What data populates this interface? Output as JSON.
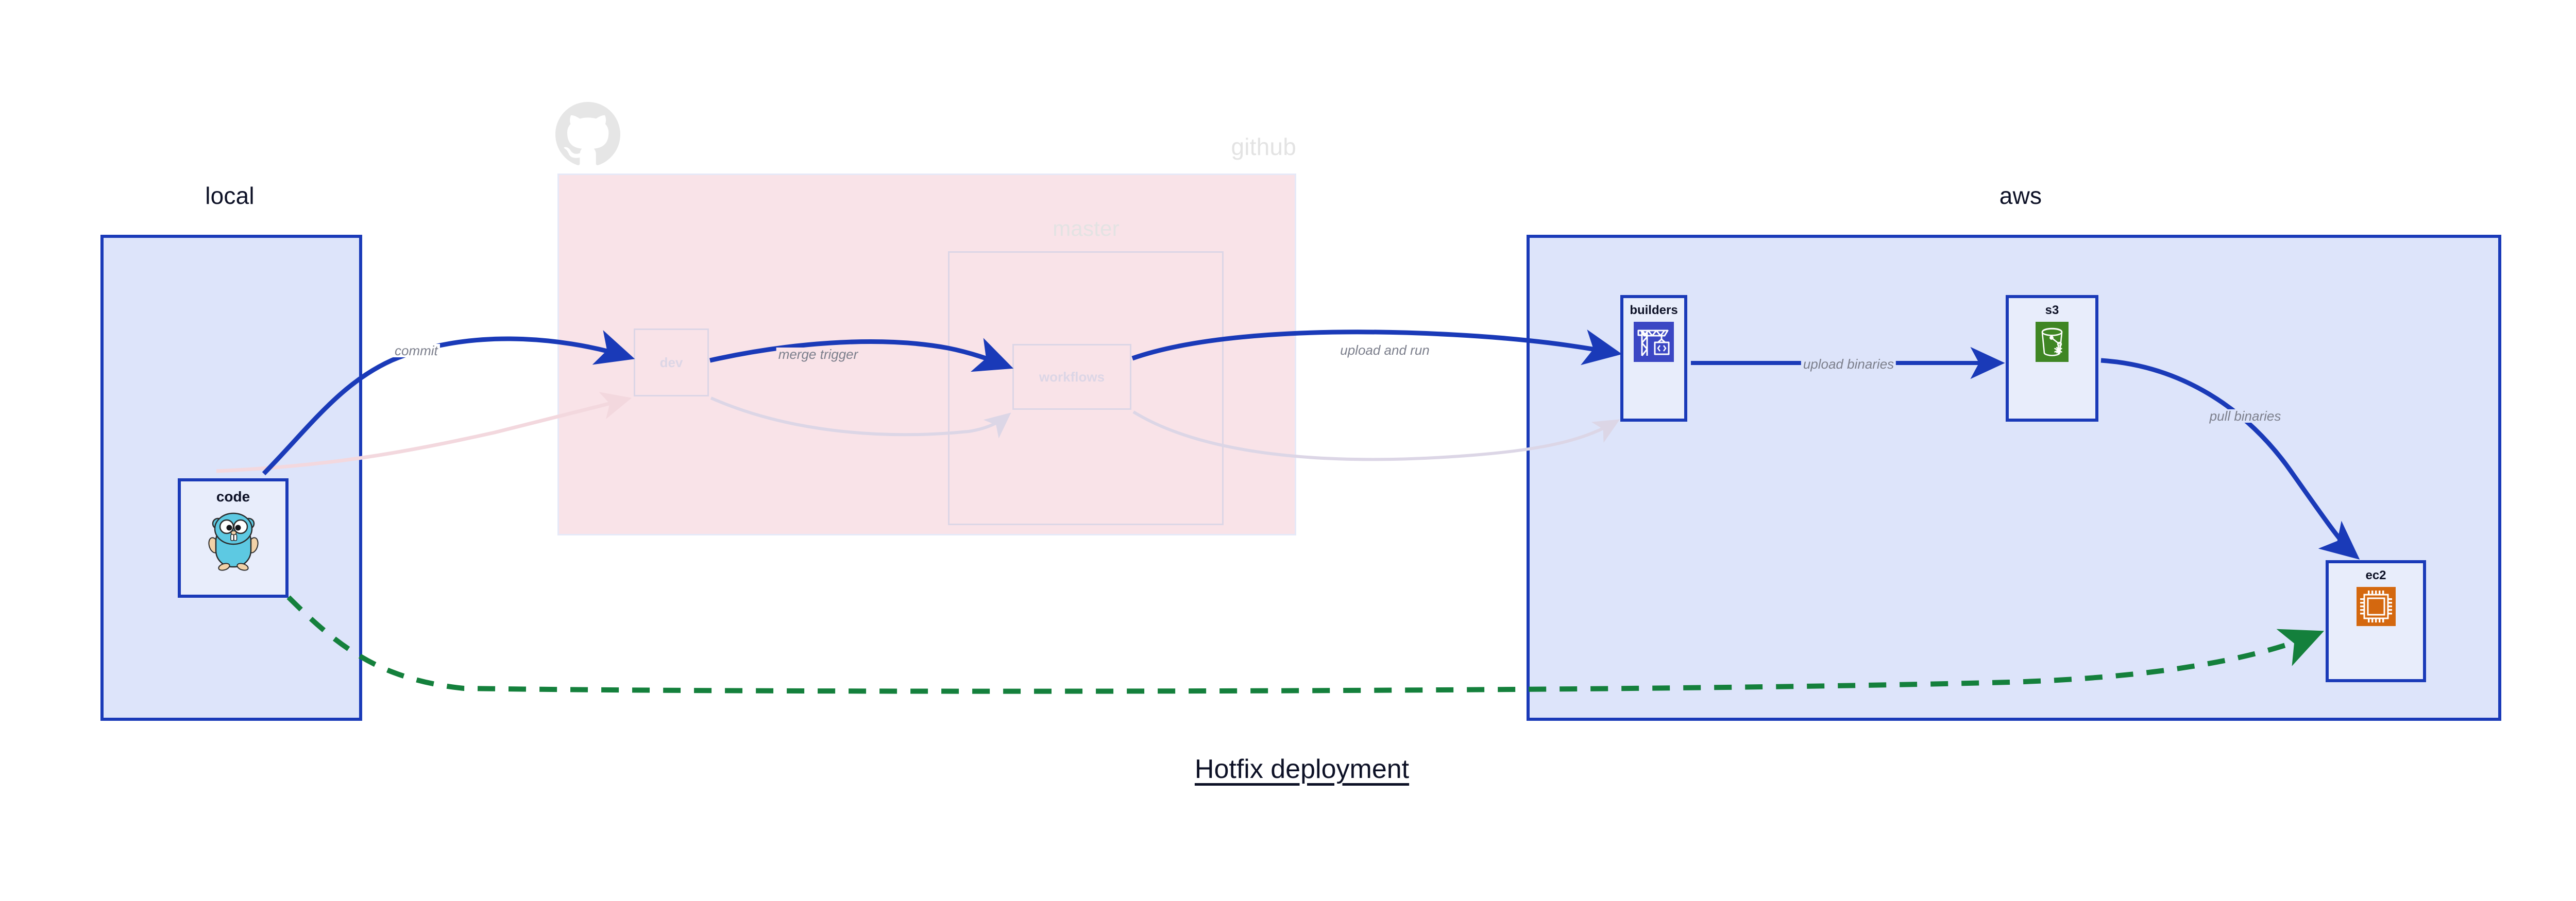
{
  "diagram": {
    "title": "Hotfix deployment",
    "type": "deployment-flow-diagram"
  },
  "groups": [
    {
      "id": "local",
      "label": "local",
      "style": "solid-blue",
      "border_color": "#1A3AB8",
      "fill_color": "#DDE4FA",
      "faded": false
    },
    {
      "id": "github",
      "label": "github",
      "style": "faded-pink",
      "border_color": "#E6E9F8",
      "fill_color": "#F9E3E8",
      "faded": true,
      "icon": "github-logo"
    },
    {
      "id": "master",
      "label": "master",
      "style": "faded-outline",
      "border_color": "#DCD6E6",
      "faded": true
    },
    {
      "id": "aws",
      "label": "aws",
      "style": "solid-blue",
      "border_color": "#1A3AB8",
      "fill_color": "#DDE4FA",
      "faded": false
    }
  ],
  "nodes": [
    {
      "id": "code",
      "label": "code",
      "group": "local",
      "icon": "go-gopher-icon",
      "icon_color": "#5DC9E2",
      "faded": false
    },
    {
      "id": "dev",
      "label": "dev",
      "group": "github",
      "icon": null,
      "faded": true
    },
    {
      "id": "workflows",
      "label": "workflows",
      "group": "master",
      "icon": null,
      "faded": true
    },
    {
      "id": "builders",
      "label": "builders",
      "group": "aws",
      "icon": "crane-code-icon",
      "icon_color": "#3B47C4",
      "faded": false
    },
    {
      "id": "s3",
      "label": "s3",
      "group": "aws",
      "icon": "s3-bucket-icon",
      "icon_color": "#3F8624",
      "faded": false
    },
    {
      "id": "ec2",
      "label": "ec2",
      "group": "aws",
      "icon": "cpu-chip-icon",
      "icon_color": "#D4680F",
      "faded": false
    }
  ],
  "edges": [
    {
      "id": "commit",
      "from": "code",
      "to": "dev",
      "label": "commit",
      "style": "solid",
      "color": "#1A3AB8",
      "faded": false
    },
    {
      "id": "merge-trigger",
      "from": "dev",
      "to": "workflows",
      "label": "merge trigger",
      "style": "solid",
      "color": "#1A3AB8",
      "faded": false
    },
    {
      "id": "upload-and-run",
      "from": "workflows",
      "to": "builders",
      "label": "upload and run",
      "style": "solid",
      "color": "#1A3AB8",
      "faded": false
    },
    {
      "id": "upload-binaries",
      "from": "builders",
      "to": "s3",
      "label": "upload binaries",
      "style": "solid",
      "color": "#1A3AB8",
      "faded": false
    },
    {
      "id": "pull-binaries",
      "from": "s3",
      "to": "ec2",
      "label": "pull binaries",
      "style": "solid",
      "color": "#1A3AB8",
      "faded": false
    },
    {
      "id": "hotfix-direct",
      "from": "code",
      "to": "ec2",
      "label": "",
      "style": "dashed",
      "color": "#14803C",
      "faded": false
    },
    {
      "id": "faded-return-to-dev",
      "from": "",
      "to": "dev",
      "label": "",
      "style": "solid",
      "color": "#F3D8DE",
      "faded": true
    },
    {
      "id": "faded-dev-to-workflows",
      "from": "dev",
      "to": "workflows",
      "label": "",
      "style": "solid",
      "color": "#DCD6E6",
      "faded": true
    },
    {
      "id": "faded-workflows-to-builders",
      "from": "workflows",
      "to": "builders",
      "label": "",
      "style": "solid",
      "color": "#DCD6E6",
      "faded": true
    }
  ],
  "colors": {
    "primary_blue": "#1A3AB8",
    "group_fill_blue": "#DDE4FA",
    "node_fill_blue": "#E8EDFB",
    "github_pink": "#F9E3E8",
    "faded_gray": "#DCD6E6",
    "label_gray": "#7C7F8C",
    "green_dashed": "#14803C",
    "text_dark": "#0D1126"
  }
}
